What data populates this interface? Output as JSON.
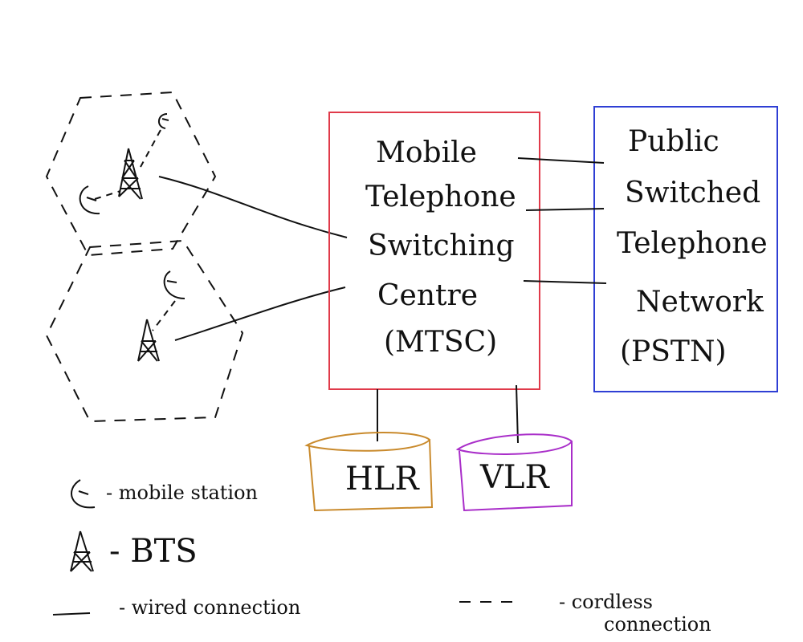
{
  "mtsc": {
    "lines": [
      "Mobile",
      "Telephone",
      "Switching",
      "Centre",
      "(MTSC)"
    ],
    "border_color": "#e03a4a"
  },
  "pstn": {
    "lines": [
      "Public",
      "Switched",
      "Telephone",
      "Network",
      "(PSTN)"
    ],
    "border_color": "#2f3fd4"
  },
  "hlr": {
    "label": "HLR",
    "color": "#c98a2c"
  },
  "vlr": {
    "label": "VLR",
    "color": "#a92ec9"
  },
  "legend": {
    "mobile_station": "- mobile station",
    "bts": "- BTS",
    "wired": "- wired connection",
    "cordless_line1": "- cordless",
    "cordless_line2": "connection"
  },
  "icons": {
    "mobile_station": "mobile-station-icon",
    "bts": "bts-tower-icon"
  }
}
